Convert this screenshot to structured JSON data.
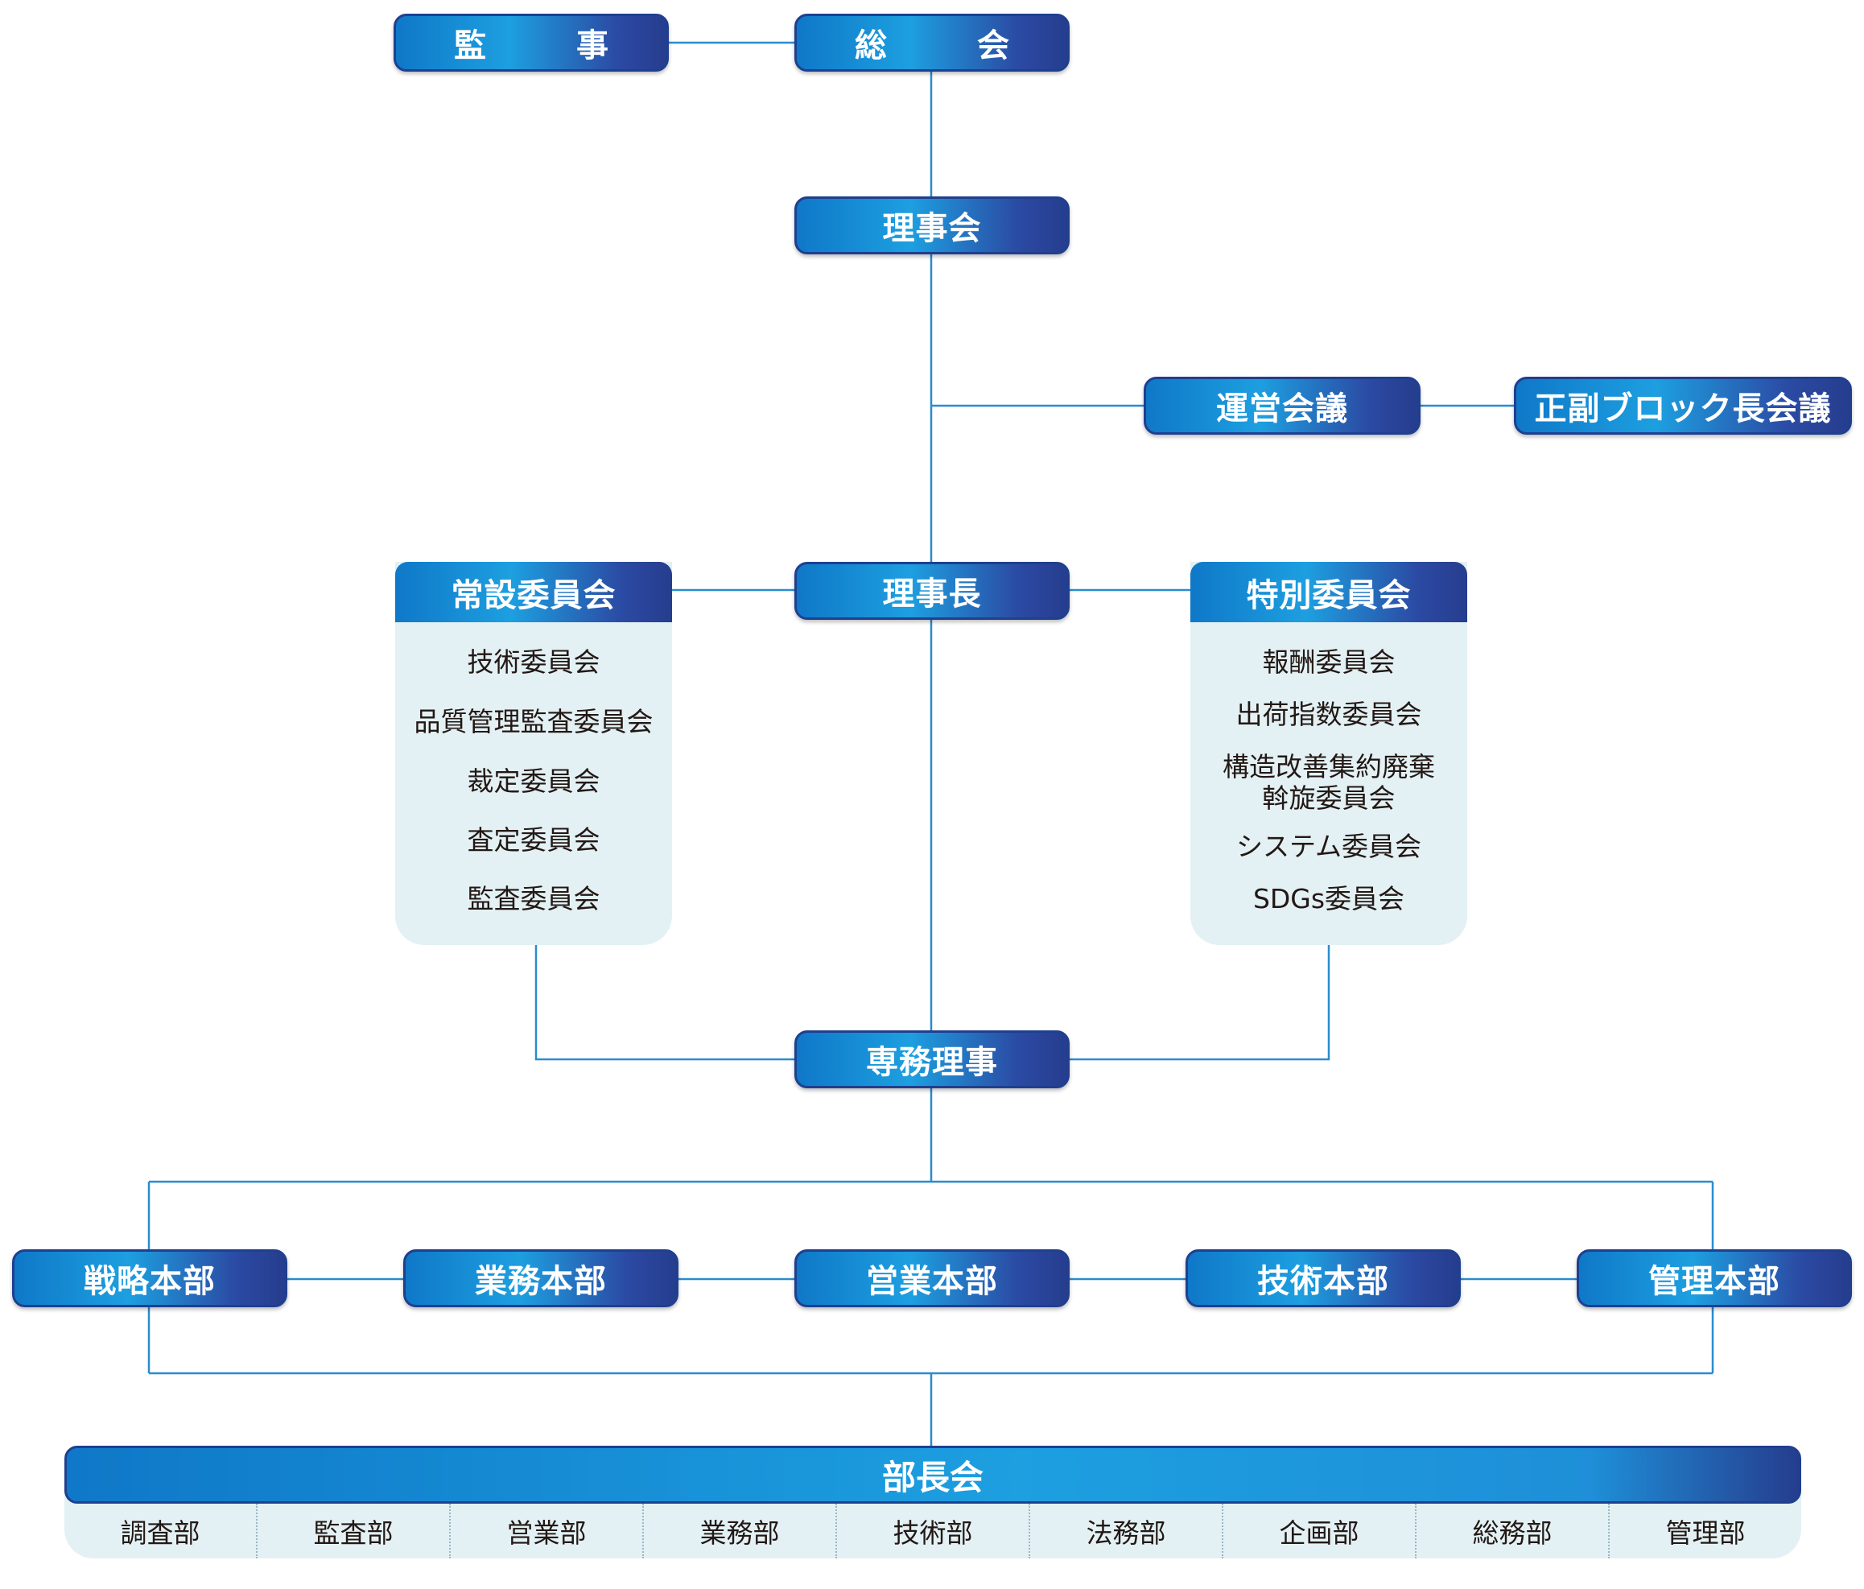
{
  "nodes": {
    "auditor": "監　事",
    "general_assembly": "総　会",
    "board": "理事会",
    "steering": "運営会議",
    "block_leaders": "正副ブロック長会議",
    "chairman": "理事長",
    "executive_director": "専務理事"
  },
  "standing": {
    "title": "常設委員会",
    "items": [
      "技術委員会",
      "品質管理監査委員会",
      "裁定委員会",
      "査定委員会",
      "監査委員会"
    ]
  },
  "special": {
    "title": "特別委員会",
    "items": [
      "報酬委員会",
      "出荷指数委員会",
      "構造改善集約廃棄",
      "斡旋委員会",
      "システム委員会",
      "SDGs委員会"
    ]
  },
  "headquarters": [
    "戦略本部",
    "業務本部",
    "営業本部",
    "技術本部",
    "管理本部"
  ],
  "department_council": {
    "title": "部長会",
    "departments": [
      "調査部",
      "監査部",
      "営業部",
      "業務部",
      "技術部",
      "法務部",
      "企画部",
      "総務部",
      "管理部"
    ]
  },
  "colors": {
    "line": "#2a8ccf",
    "box_dark": "#263d8e",
    "box_light": "#1d9fe0",
    "panel": "#e3f1f4"
  }
}
